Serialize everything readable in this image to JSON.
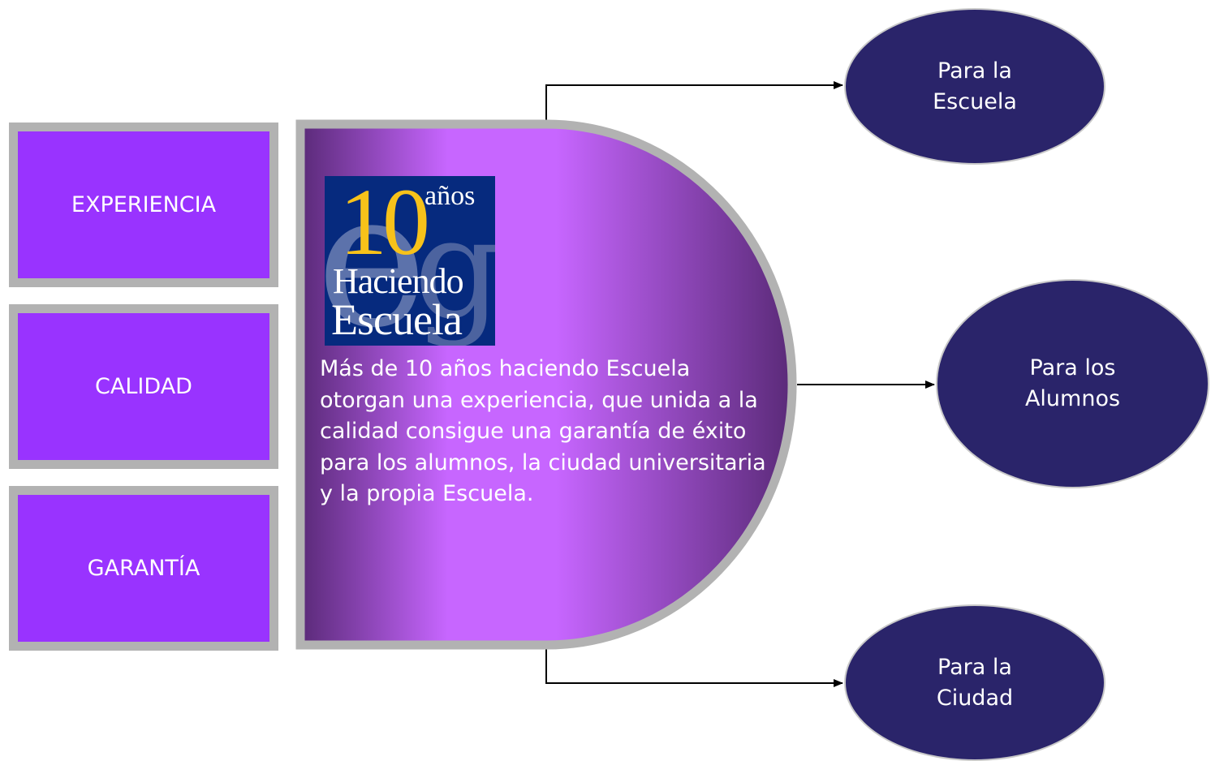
{
  "left_boxes": [
    {
      "label": "EXPERIENCIA"
    },
    {
      "label": "CALIDAD"
    },
    {
      "label": "GARANTÍA"
    }
  ],
  "logo": {
    "number": "10",
    "years": "años",
    "line1": "Haciendo",
    "line2": "Escuela"
  },
  "description": "Más de 10 años haciendo Escuela otorgan una experiencia, que unida a la calidad consigue una garantía de éxito para los alumnos, la ciudad universitaria y la propia Escuela.",
  "targets": [
    {
      "line1": "Para la",
      "line2": "Escuela"
    },
    {
      "line1": "Para los",
      "line2": "Alumnos"
    },
    {
      "line1": "Para la",
      "line2": "Ciudad"
    }
  ],
  "colors": {
    "box_fill": "#9933ff",
    "box_border": "#b2b2b2",
    "ellipse_fill": "#2a246a",
    "logo_bg": "#062a7e",
    "logo_number": "#f7c21a"
  }
}
